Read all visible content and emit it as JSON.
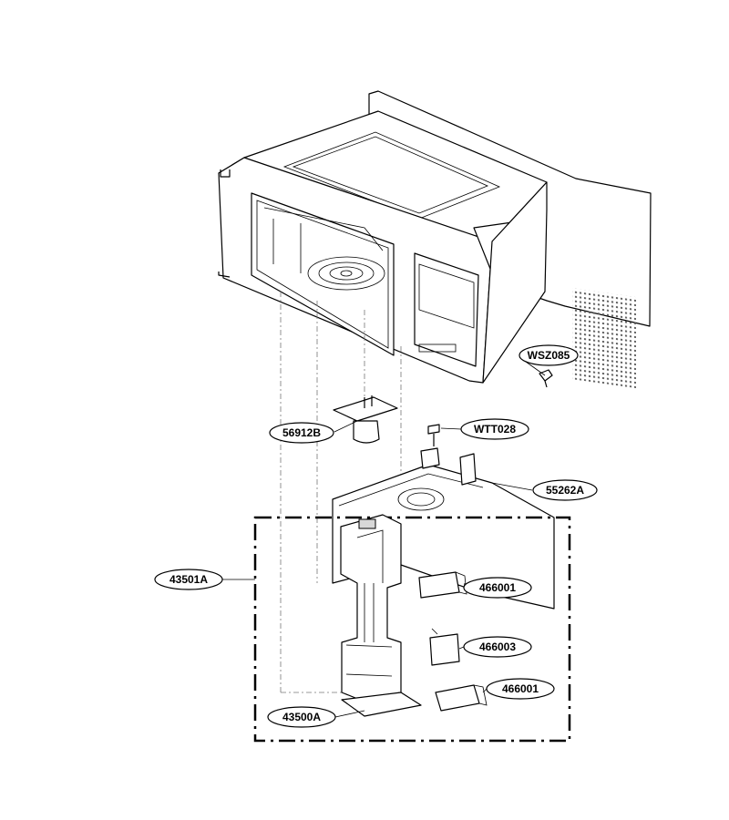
{
  "diagram": {
    "labels": {
      "wsz085": "WSZ085",
      "p56912b": "56912B",
      "wtt028": "WTT028",
      "p55262a": "55262A",
      "p43501a": "43501A",
      "p466001_top": "466001",
      "p466003": "466003",
      "p466001_bottom": "466001",
      "p43500a": "43500A"
    }
  }
}
